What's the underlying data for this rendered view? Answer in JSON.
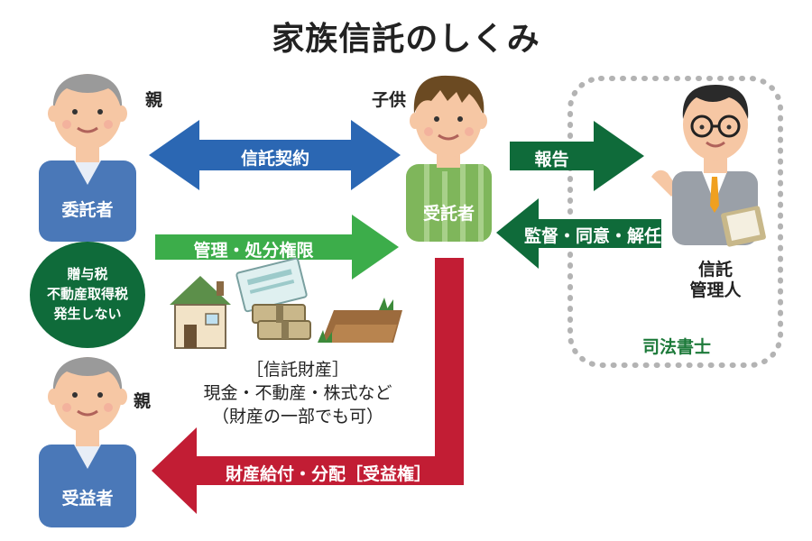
{
  "title": "家族信託のしくみ",
  "labels": {
    "parent_top": "親",
    "child": "子供",
    "parent_bottom": "親",
    "settlor": "委託者",
    "trustee": "受託者",
    "beneficiary": "受益者",
    "manager_line1": "信託",
    "manager_line2": "管理人",
    "lawyer": "司法書士"
  },
  "arrows": {
    "contract": "信託契約",
    "management": "管理・処分権限",
    "report": "報告",
    "supervision": "監督・同意・解任",
    "benefit": "財産給付・分配［受益権］"
  },
  "tax_note": {
    "line1": "贈与税",
    "line2": "不動産取得税",
    "line3": "発生しない"
  },
  "trust_property": {
    "line1": "［信託財産］",
    "line2": "現金・不動産・株式など",
    "line3": "（財産の一部でも可）"
  },
  "colors": {
    "blue": "#2b67b3",
    "green_light": "#3cad4a",
    "green_dark": "#0f6b3a",
    "red": "#c21d34",
    "shirt_blue": "#4a78b8",
    "shirt_green": "#7fb65b"
  }
}
